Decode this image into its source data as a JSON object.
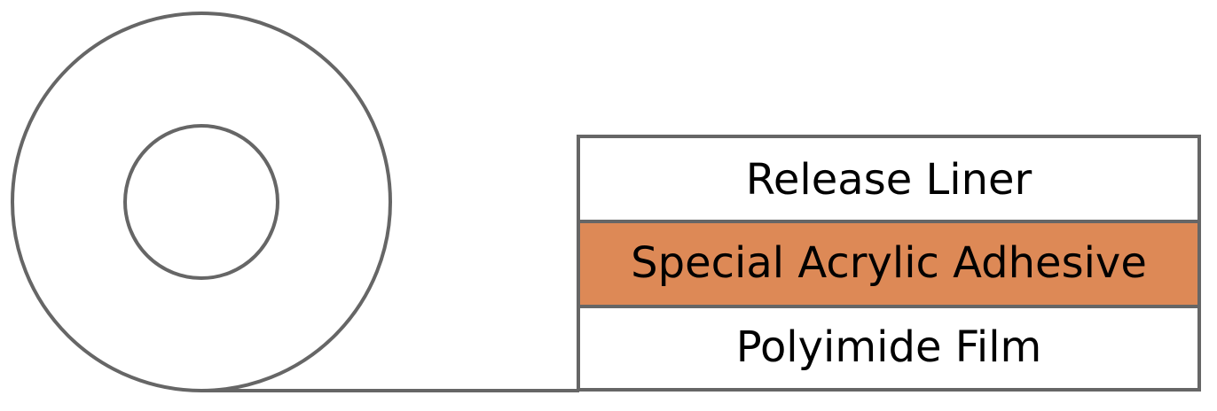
{
  "layers": [
    {
      "label": "Release Liner",
      "fill": "#ffffff"
    },
    {
      "label": "Special Acrylic Adhesive",
      "fill": "#dd8956"
    },
    {
      "label": "Polyimide Film",
      "fill": "#ffffff"
    }
  ],
  "colors": {
    "outline": "#666666",
    "text": "#000000",
    "background": "#ffffff"
  }
}
